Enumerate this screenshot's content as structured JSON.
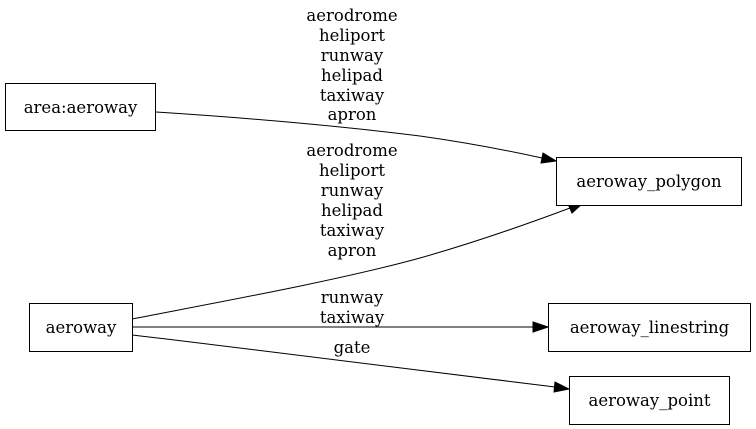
{
  "nodes": {
    "area_aeroway": "area:aeroway",
    "aeroway": "aeroway",
    "aeroway_polygon": "aeroway_polygon",
    "aeroway_linestring": "aeroway_linestring",
    "aeroway_point": "aeroway_point"
  },
  "edges": {
    "area_to_polygon": [
      "aerodrome",
      "heliport",
      "runway",
      "helipad",
      "taxiway",
      "apron"
    ],
    "aeroway_to_polygon": [
      "aerodrome",
      "heliport",
      "runway",
      "helipad",
      "taxiway",
      "apron"
    ],
    "aeroway_to_linestring": [
      "runway",
      "taxiway"
    ],
    "aeroway_to_point": [
      "gate"
    ]
  },
  "colors": {
    "stroke": "#000000",
    "background": "#ffffff"
  }
}
